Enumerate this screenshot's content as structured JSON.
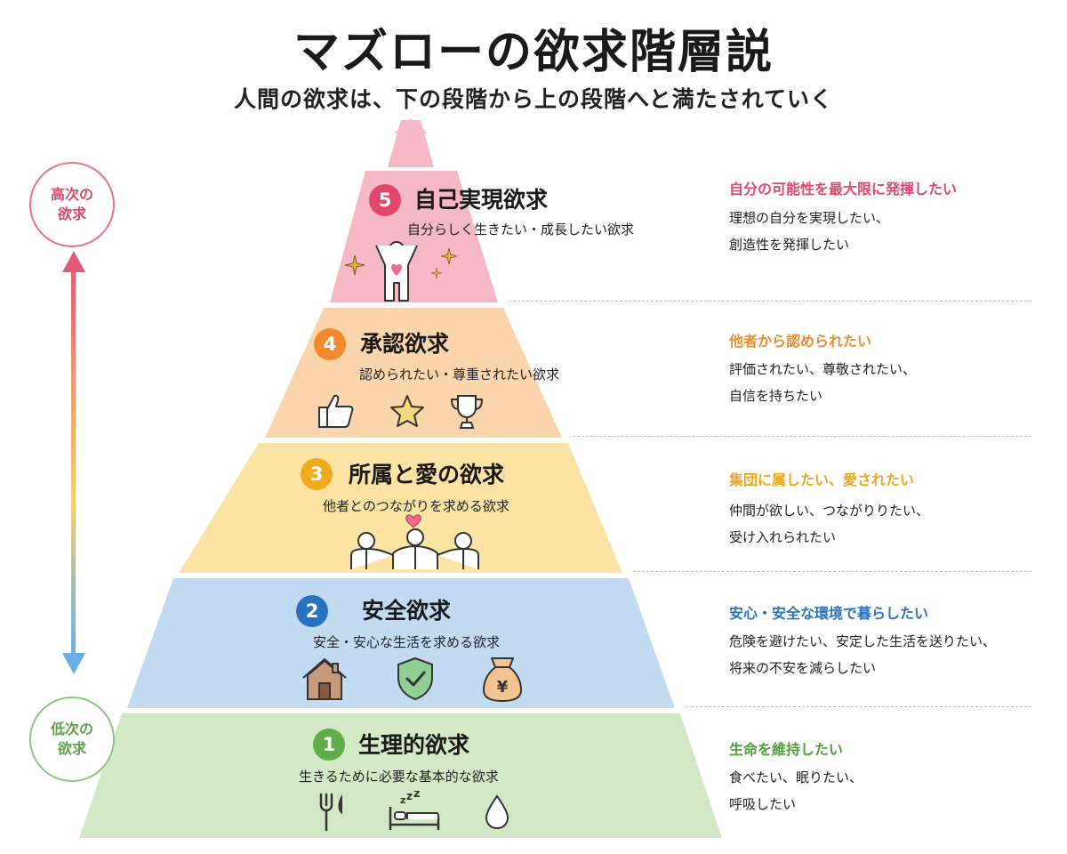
{
  "header": {
    "title": "マズローの欲求階層説",
    "subtitle": "人間の欲求は、下の段階から上の段階へと満たされていく"
  },
  "side": {
    "high_line1": "高次の",
    "high_line2": "欲求",
    "low_line1": "低次の",
    "low_line2": "欲求"
  },
  "levels": [
    {
      "number": "5",
      "title": "自己実現欲求",
      "desc": "自分らしく生きたい・成長したい欲求",
      "color": "#f4b9c4",
      "badge_color": "#e0476a",
      "accent": "#e0476a",
      "right_head": "自分の可能性を最大限に発揮したい",
      "right_line1": "理想の自分を実現したい、",
      "right_line2": "創造性を発揮したい",
      "icons": [
        "sparkle-icon",
        "person-heart-icon",
        "sparkle-icon"
      ]
    },
    {
      "number": "4",
      "title": "承認欲求",
      "desc": "認められたい・尊重されたい欲求",
      "color": "#fbd6ac",
      "badge_color": "#f08a2c",
      "accent": "#f08a2c",
      "right_head": "他者から認められたい",
      "right_line1": "評価されたい、尊敬されたい、",
      "right_line2": "自信を持ちたい",
      "icons": [
        "thumbs-up-icon",
        "star-icon",
        "trophy-icon"
      ]
    },
    {
      "number": "3",
      "title": "所属と愛の欲求",
      "desc": "他者とのつながりを求める欲求",
      "color": "#fbe3a3",
      "badge_color": "#f2aa1f",
      "accent": "#eda621",
      "right_head": "集団に属したい、愛されたい",
      "right_line1": "仲間が欲しい、つながりりたい、",
      "right_line2": "受け入れられたい",
      "icons": [
        "people-heart-icon"
      ]
    },
    {
      "number": "2",
      "title": "安全欲求",
      "desc": "安全・安心な生活を求める欲求",
      "color": "#c2dbf1",
      "badge_color": "#2a73c0",
      "accent": "#2a73c0",
      "right_head": "安心・安全な環境で暮らしたい",
      "right_line1": "危険を避けたい、安定した生活を送りたい、",
      "right_line2": "将来の不安を減らしたい",
      "icons": [
        "house-icon",
        "shield-check-icon",
        "money-bag-icon"
      ]
    },
    {
      "number": "1",
      "title": "生理的欲求",
      "desc": "生きるために必要な基本的な欲求",
      "color": "#d3e9c5",
      "badge_color": "#5fae4a",
      "accent": "#4f9e3c",
      "right_head": "生命を維持したい",
      "right_line1": "食べたい、眠りたい、",
      "right_line2": "呼吸したい",
      "icons": [
        "fork-knife-icon",
        "bed-sleep-icon",
        "water-drop-icon"
      ]
    }
  ]
}
